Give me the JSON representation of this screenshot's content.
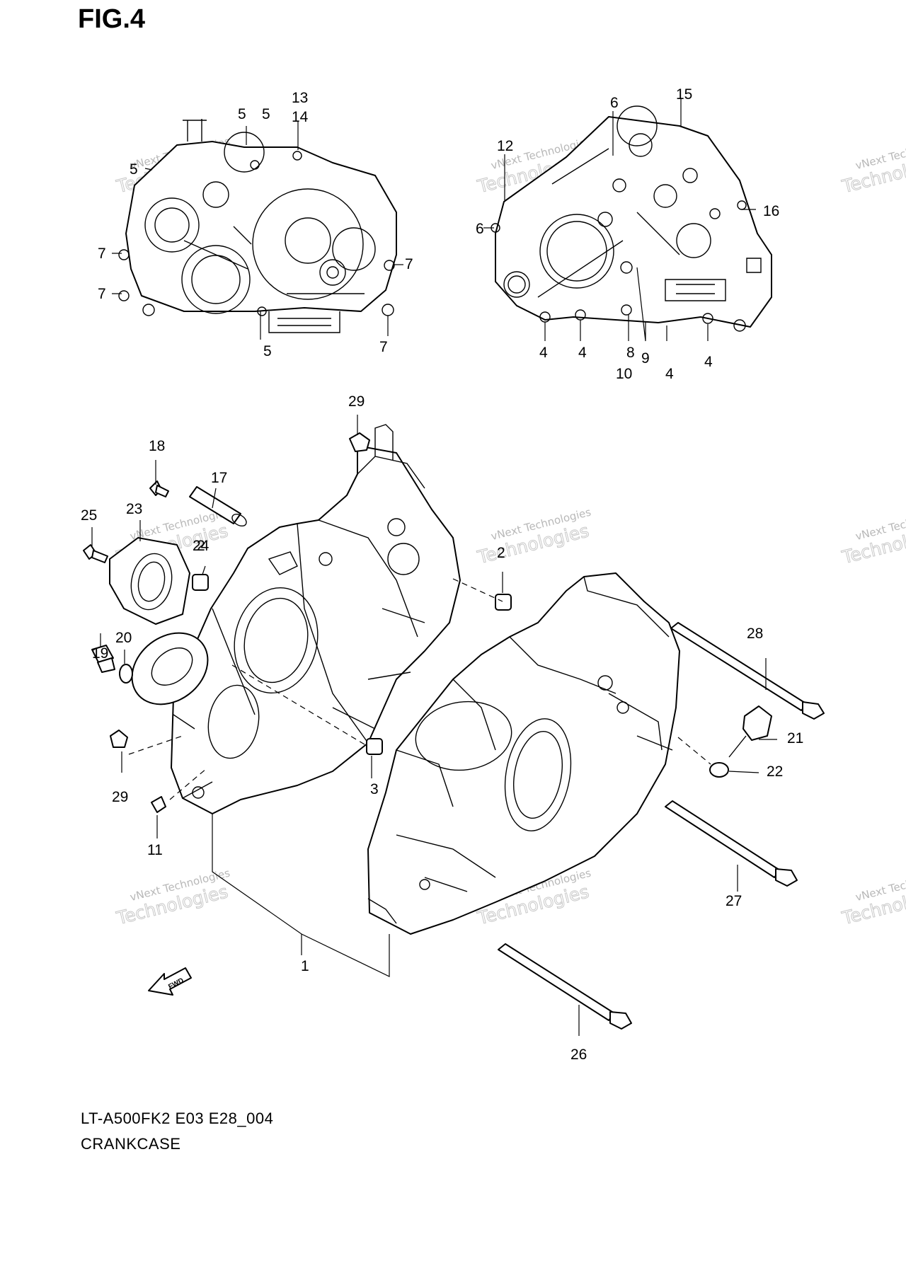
{
  "figure": {
    "title": "FIG.4",
    "model_code": "LT-A500FK2 E03 E28_004",
    "section_name": "CRANKCASE",
    "fwd_label": "FWD"
  },
  "watermark": {
    "line1": "vNext Technologies",
    "line2": "Technologies"
  },
  "callouts": [
    "1",
    "2",
    "2",
    "3",
    "4",
    "4",
    "4",
    "4",
    "5",
    "5",
    "5",
    "5",
    "6",
    "6",
    "7",
    "7",
    "7",
    "7",
    "8",
    "9",
    "10",
    "11",
    "12",
    "13",
    "14",
    "15",
    "16",
    "17",
    "18",
    "19",
    "20",
    "21",
    "22",
    "23",
    "24",
    "25",
    "26",
    "27",
    "28",
    "29",
    "29"
  ]
}
